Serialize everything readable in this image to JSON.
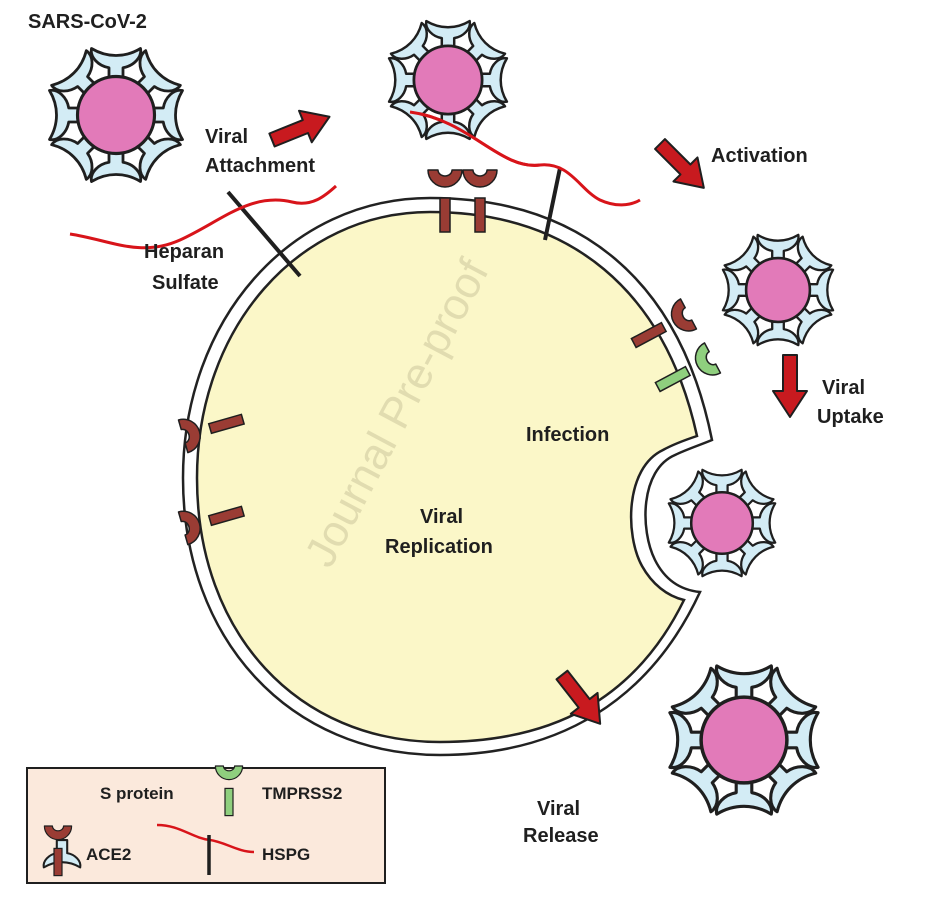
{
  "labels": {
    "title": "SARS-CoV-2",
    "viral_attachment": [
      "Viral",
      "Attachment"
    ],
    "heparan_sulfate": [
      "Heparan",
      "Sulfate"
    ],
    "activation": "Activation",
    "viral_uptake": [
      "Viral",
      "Uptake"
    ],
    "infection": "Infection",
    "viral_replication": [
      "Viral",
      "Replication"
    ],
    "viral_release": [
      "Viral",
      "Release"
    ],
    "watermark": "Journal Pre-proof"
  },
  "legend": {
    "s_protein": "S protein",
    "tmprss2": "TMPRSS2",
    "ace2": "ACE2",
    "hspg": "HSPG"
  },
  "colors": {
    "cell_fill": "#fbf7c8",
    "membrane": "#222222",
    "virus_core": "#e27ab9",
    "s_protein": "#d3ecf5",
    "ace2": "#9a3c34",
    "tmprss2": "#8fcf7e",
    "heparan": "#d8141a",
    "arrow": "#c81a1f",
    "legend_bg": "#fbe9dc"
  }
}
